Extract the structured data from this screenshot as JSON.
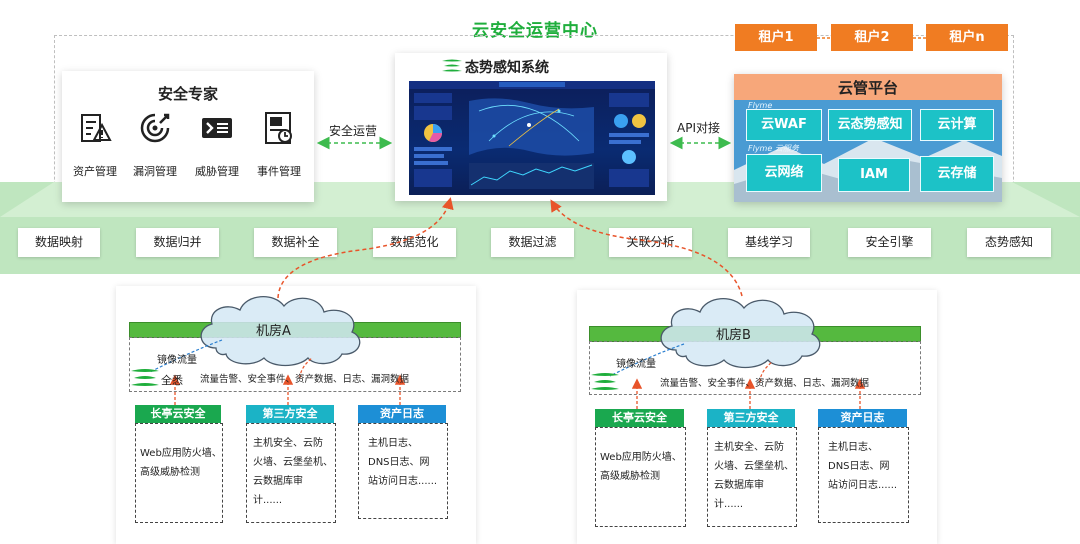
{
  "title": "云安全运营中心",
  "tenants": [
    "租户1",
    "租户2",
    "租户n"
  ],
  "expert": {
    "title": "安全专家",
    "tools": [
      {
        "label": "资产管理",
        "icon": "asset-management-icon"
      },
      {
        "label": "漏洞管理",
        "icon": "vulnerability-icon"
      },
      {
        "label": "威胁管理",
        "icon": "threat-icon"
      },
      {
        "label": "事件管理",
        "icon": "event-icon"
      }
    ]
  },
  "edges": {
    "security_ops": "安全运营",
    "api": "API对接"
  },
  "situation": {
    "title": "态势感知系统"
  },
  "cloud_mgmt": {
    "title": "云管平台",
    "brand1": "Flyme",
    "brand2": "Flyme 云服务",
    "services": [
      "云WAF",
      "云态势感知",
      "云计算",
      "云网络",
      "IAM",
      "云存储"
    ]
  },
  "processing": [
    "数据映射",
    "数据归并",
    "数据补全",
    "数据范化",
    "数据过滤",
    "关联分析",
    "基线学习",
    "安全引擎",
    "态势感知"
  ],
  "rooms": [
    {
      "name": "机房A",
      "mirror": "镜像流量",
      "brand": "全悉",
      "flow": "流量告警、安全事件、资产数据、日志、漏洞数据",
      "subs": [
        {
          "title": "长亭云安全",
          "lines": [
            "Web应用防火墙、",
            "高级威胁检测"
          ]
        },
        {
          "title": "第三方安全",
          "lines": [
            "主机安全、云防",
            "火墙、云堡垒机、",
            "云数据库审",
            "计......"
          ]
        },
        {
          "title": "资产日志",
          "lines": [
            "主机日志、",
            "DNS日志、网",
            "站访问日志......"
          ]
        }
      ]
    },
    {
      "name": "机房B",
      "mirror": "镜像流量",
      "brand": "",
      "flow": "流量告警、安全事件、资产数据、日志、漏洞数据",
      "subs": [
        {
          "title": "长亭云安全",
          "lines": [
            "Web应用防火墙、",
            "高级威胁检测"
          ]
        },
        {
          "title": "第三方安全",
          "lines": [
            "主机安全、云防",
            "火墙、云堡垒机、",
            "云数据库审",
            "计......"
          ]
        },
        {
          "title": "资产日志",
          "lines": [
            "主机日志、",
            "DNS日志、网",
            "站访问日志......"
          ]
        }
      ]
    }
  ],
  "colors": {
    "brand_green": "#1fae3c",
    "tenant_orange": "#f07c22",
    "band_green": "#bfe6bf",
    "room_green": "#55b93f",
    "sub_green": "#1aa84f",
    "sub_cyan": "#1bb3c6",
    "sub_blue": "#1d8fd6",
    "arrow_red": "#e8542a"
  }
}
